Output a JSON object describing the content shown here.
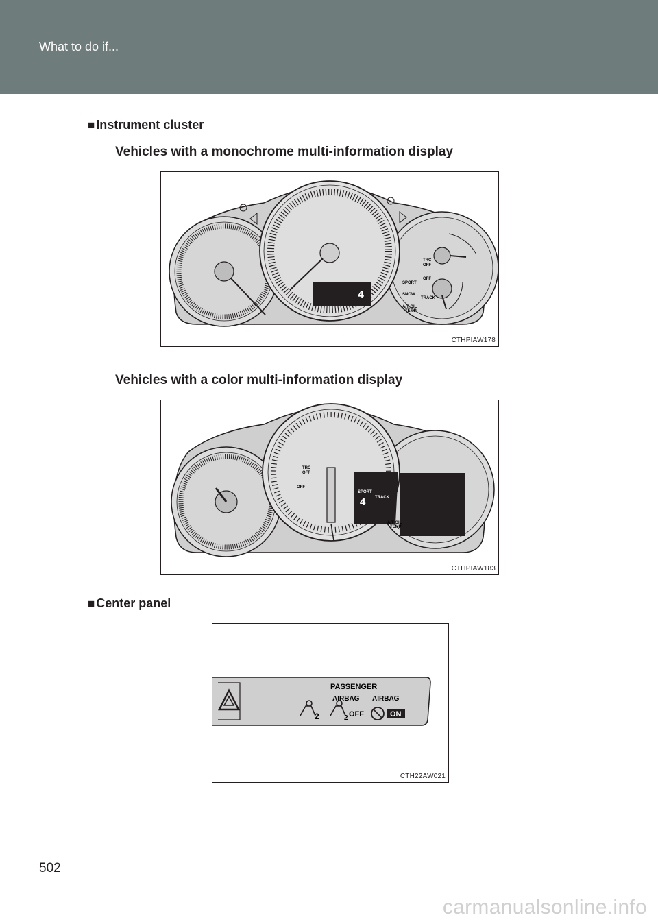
{
  "header": {
    "title": "What to do if..."
  },
  "sections": {
    "instrument_cluster": "Instrument cluster",
    "mono_heading": "Vehicles with a monochrome multi-information display",
    "color_heading": "Vehicles with a color multi-information display",
    "center_panel": "Center panel"
  },
  "figures": {
    "fig1_code": "CTHPIAW178",
    "fig2_code": "CTHPIAW183",
    "fig3_code": "CTH22AW021"
  },
  "labels": {
    "trc_off_1": "TRC",
    "trc_off_2": "OFF",
    "off": "OFF",
    "sport": "SPORT",
    "snow": "SNOW",
    "track": "TRACK",
    "at_oil_1": "A/T OIL",
    "at_oil_2": "TEMP",
    "gear": "4",
    "passenger": "PASSENGER",
    "airbag_1": "AIRBAG",
    "airbag_2": "AIRBAG",
    "two": "2",
    "airbag_off": "OFF",
    "airbag_on": "ON"
  },
  "page_number": "502",
  "footer": {
    "url": "carmanualsonline.info"
  }
}
